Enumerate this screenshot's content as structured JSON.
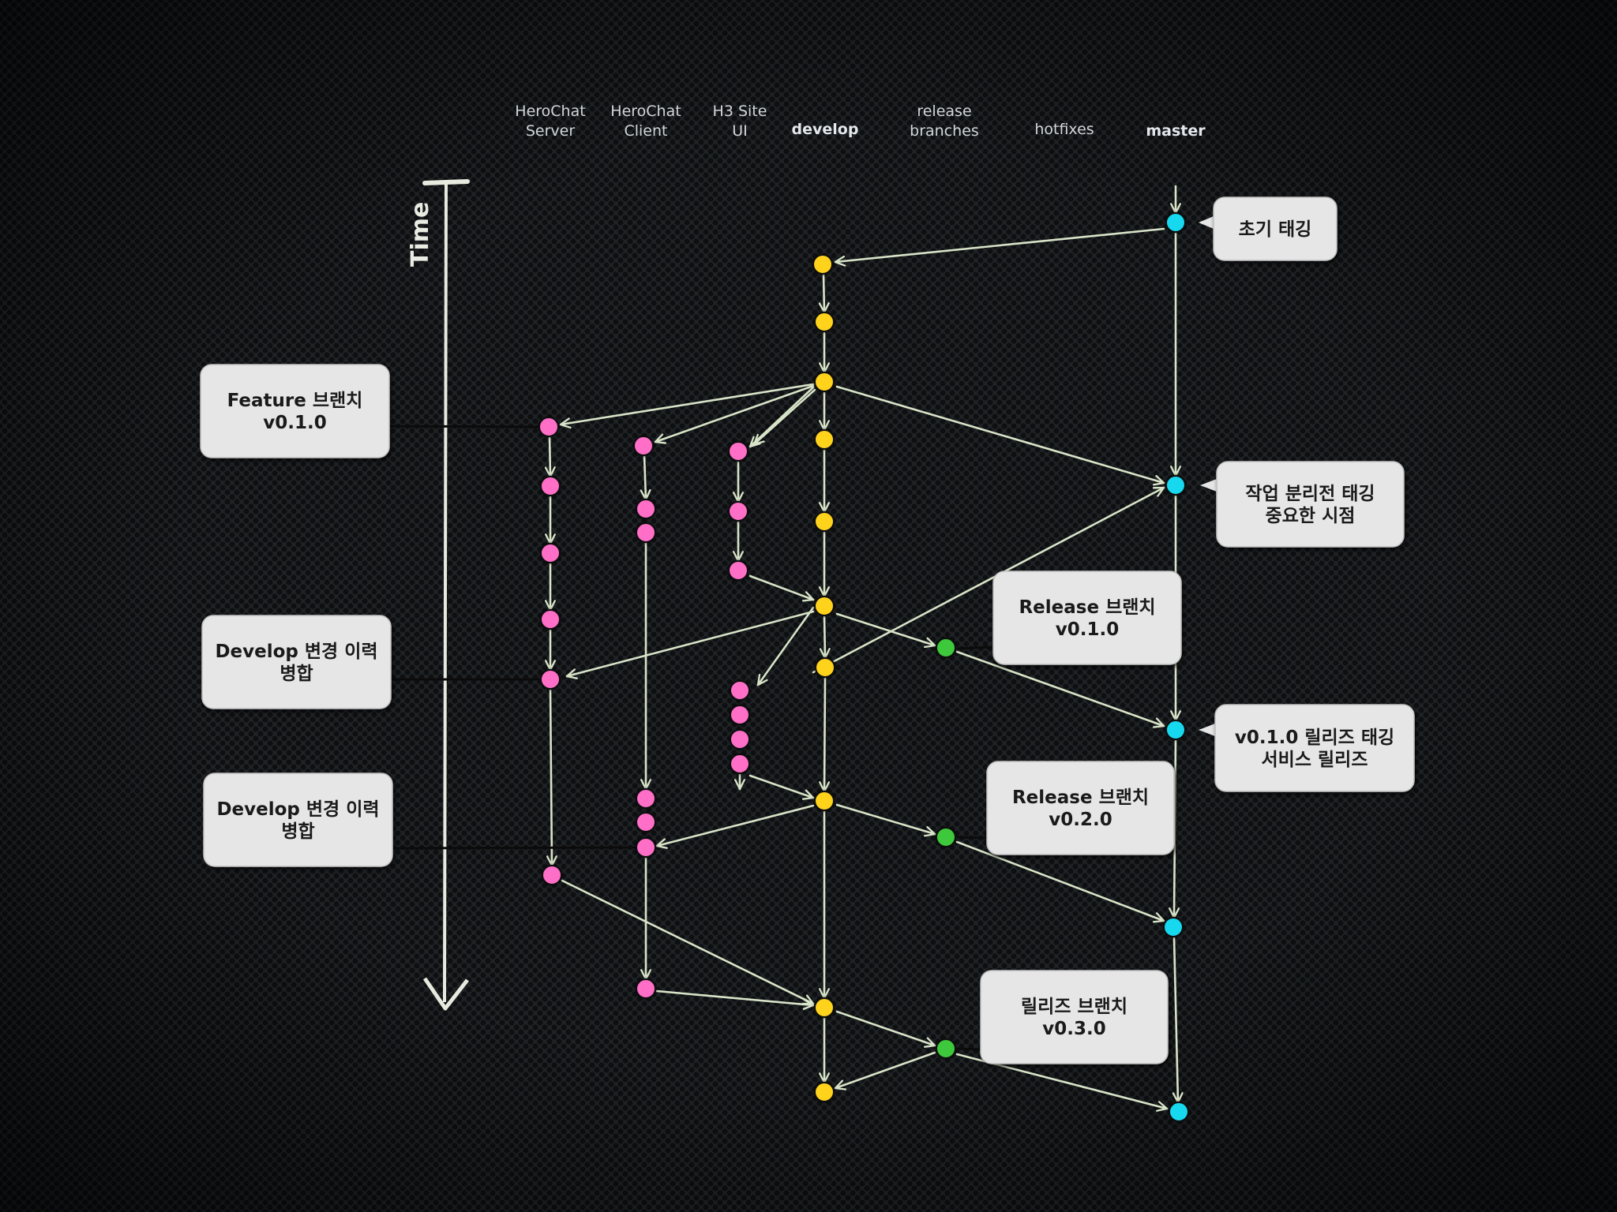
{
  "lanes": [
    {
      "id": "server",
      "label": [
        "HeroChat",
        "Server"
      ]
    },
    {
      "id": "client",
      "label": [
        "HeroChat",
        "Client"
      ]
    },
    {
      "id": "ui",
      "label": [
        "H3 Site",
        "UI"
      ]
    },
    {
      "id": "develop",
      "label": [
        "develop"
      ],
      "bold": true
    },
    {
      "id": "release",
      "label": [
        "release",
        "branches"
      ]
    },
    {
      "id": "hotfixes",
      "label": [
        "hotfixes"
      ]
    },
    {
      "id": "master",
      "label": [
        "master"
      ],
      "bold": true
    }
  ],
  "time_label": "Time",
  "colors": {
    "background": "#1d1f22",
    "feature": "#ff6ec7",
    "develop": "#ffd21f",
    "release": "#3ec93a",
    "master": "#18d8ee",
    "line": "#d8e4c8",
    "callout": "#e6e6e6"
  },
  "callouts": [
    {
      "id": "initial-tag",
      "lines": [
        "초기 태깅"
      ]
    },
    {
      "id": "feature-branch",
      "lines": [
        "Feature 브랜치",
        "v0.1.0"
      ]
    },
    {
      "id": "pre-split-tag",
      "lines": [
        "작업 분리전 태깅",
        "중요한 시점"
      ]
    },
    {
      "id": "release-010",
      "lines": [
        "Release 브랜치",
        "v0.1.0"
      ]
    },
    {
      "id": "merge-develop-1",
      "lines": [
        "Develop 변경 이력",
        "병합"
      ]
    },
    {
      "id": "release-tag-010",
      "lines": [
        "v0.1.0 릴리즈 태깅",
        "서비스 릴리즈"
      ]
    },
    {
      "id": "release-020",
      "lines": [
        "Release 브랜치",
        "v0.2.0"
      ]
    },
    {
      "id": "merge-develop-2",
      "lines": [
        "Develop 변경 이력",
        "병합"
      ]
    },
    {
      "id": "release-030",
      "lines": [
        "릴리즈 브랜치",
        "v0.3.0"
      ]
    }
  ]
}
